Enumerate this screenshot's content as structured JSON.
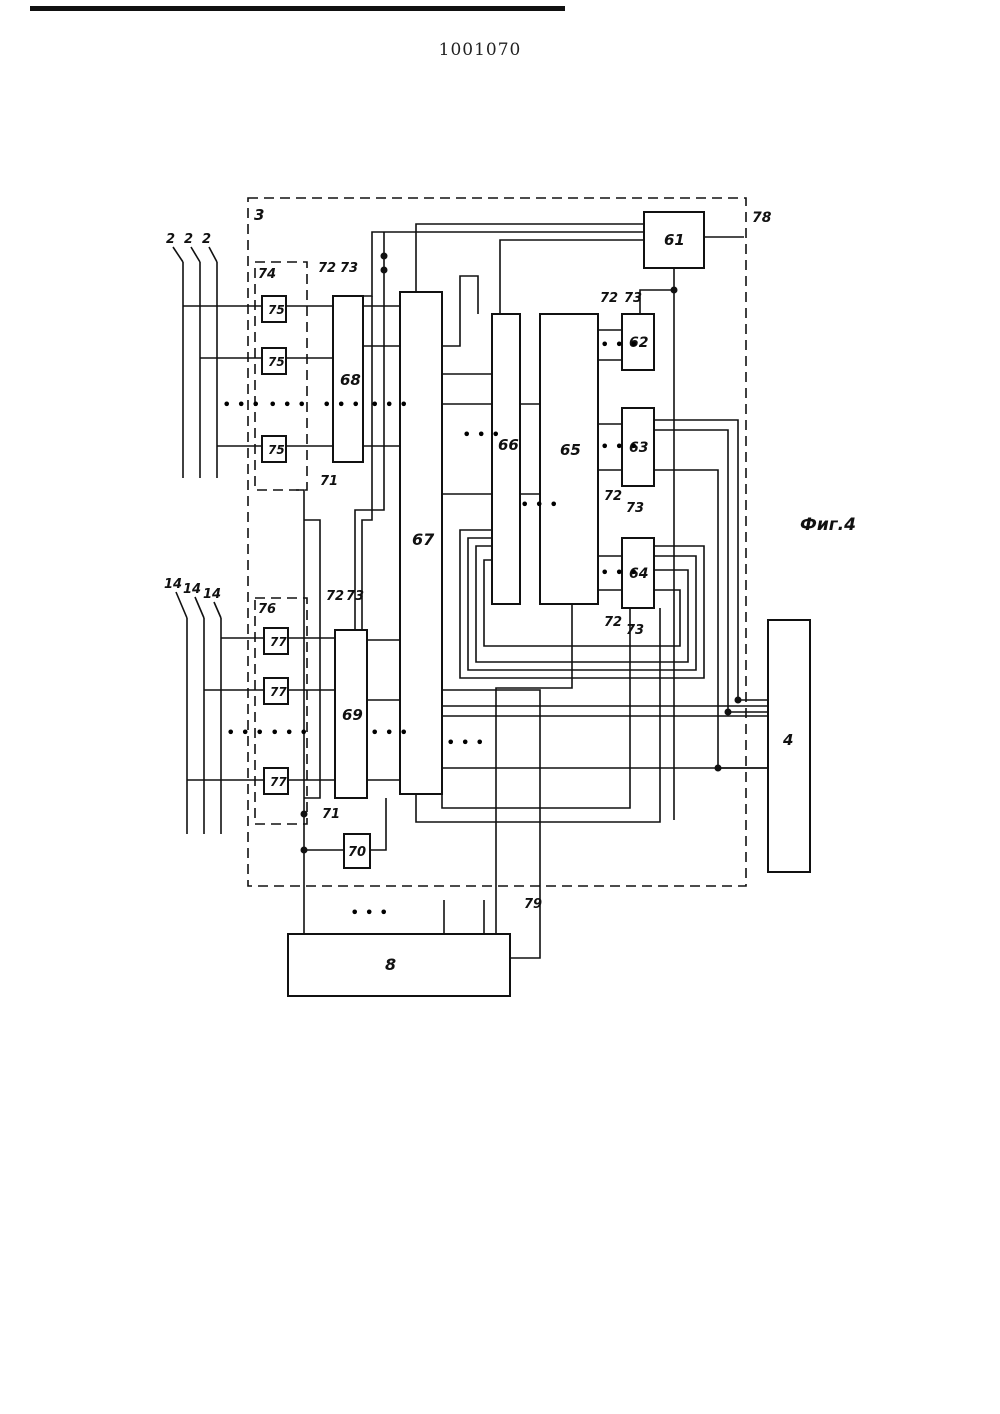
{
  "header": {
    "doc_number": "1001070"
  },
  "figure": {
    "caption": "Фиг.4"
  },
  "blocks": {
    "b61": "61",
    "b62": "62",
    "b63": "63",
    "b64": "64",
    "b65": "65",
    "b66": "66",
    "b67": "67",
    "b68": "68",
    "b69": "69",
    "b70": "70",
    "b75a": "75",
    "b75b": "75",
    "b75c": "75",
    "b77a": "77",
    "b77b": "77",
    "b77c": "77",
    "b4": "4",
    "b8": "8"
  },
  "labels": {
    "unit3": "3",
    "group74": "74",
    "group76": "76",
    "l78": "78",
    "l79": "79",
    "l72": "72",
    "l73": "73",
    "l71": "71",
    "line2": "2",
    "line14": "14"
  },
  "ellipsis": "• • •"
}
